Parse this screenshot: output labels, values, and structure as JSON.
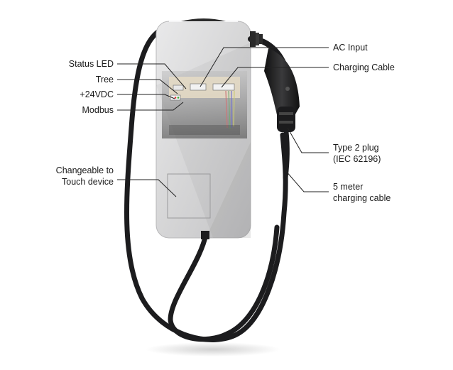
{
  "callouts_left": {
    "status_led": "Status LED",
    "tree": "Tree",
    "vdc": "+24VDC",
    "modbus": "Modbus",
    "changeable_line1": "Changeable to",
    "changeable_line2": "Touch device"
  },
  "callouts_right": {
    "ac_input": "AC Input",
    "charging_cable": "Charging Cable",
    "type2_line1": "Type 2 plug",
    "type2_line2": "(IEC 62196)",
    "meter_line1": "5 meter",
    "meter_line2": "charging cable"
  },
  "colors": {
    "housing": "#d9d9da",
    "cable": "#1c1c1e",
    "leader_line": "#222222",
    "pcb": "#e6dcc6"
  }
}
